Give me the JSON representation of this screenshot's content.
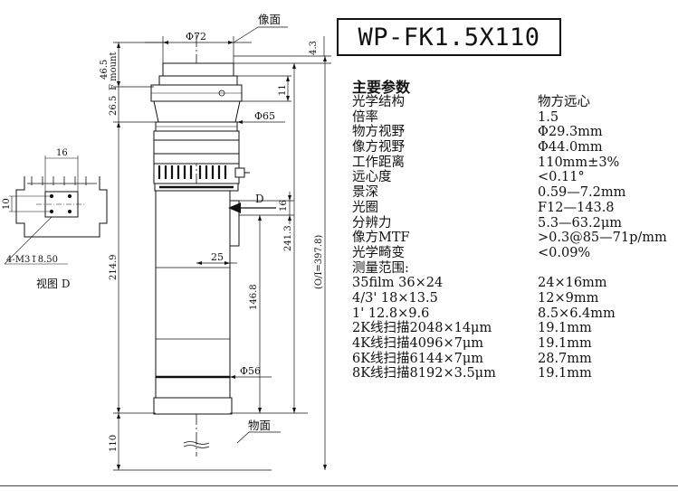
{
  "model": "WP-FK1.5X110",
  "specs_title": "主要参数",
  "specs": [
    {
      "label": "光学结构",
      "value": "物方远心"
    },
    {
      "label": "倍率",
      "value": "1.5"
    },
    {
      "label": "物方视野",
      "value": "Φ29.3mm"
    },
    {
      "label": "像方视野",
      "value": "Φ44.0mm"
    },
    {
      "label": "工作距离",
      "value": "110mm±3%"
    },
    {
      "label": "远心度",
      "value": "<0.11°"
    },
    {
      "label": "景深",
      "value": "0.59—7.2mm"
    },
    {
      "label": "光圈",
      "value": "F12—143.8"
    },
    {
      "label": "分辨力",
      "value": "5.3—63.2μm"
    },
    {
      "label": "像方MTF",
      "value": ">0.3@85—71p/mm"
    },
    {
      "label": "光学畸变",
      "value": "<0.09%"
    }
  ],
  "range_title": "测量范围:",
  "ranges": [
    {
      "label": "35film 36×24",
      "value": "24×16mm"
    },
    {
      "label": "4/3' 18×13.5",
      "value": "12×9mm"
    },
    {
      "label": "1'  12.8×9.6",
      "value": "8.5×6.4mm"
    },
    {
      "label": "2K线扫描2048×14μm",
      "value": "19.1mm"
    },
    {
      "label": "4K线扫描4096×7μm",
      "value": "19.1mm"
    },
    {
      "label": "6K线扫描6144×7μm",
      "value": "28.7mm"
    },
    {
      "label": "8K线扫描8192×3.5μm",
      "value": "19.1mm"
    }
  ],
  "drawing": {
    "image_plane_label": "像面",
    "object_plane_label": "物面",
    "diameter_top": "Φ72",
    "diameter_mount": "Φ65",
    "diameter_body": "Φ56",
    "dim_46_5": "46.5",
    "f_mount": "F mount",
    "dim_26_5": "26.5",
    "dim_214_9": "214.9",
    "dim_110": "110",
    "dim_4_3": "4.3",
    "dim_11": "11",
    "dim_16_side": "16",
    "view_arrow": "D",
    "dim_241_3": "241.3",
    "dim_146_8": "146.8",
    "total_length": "(O/I=397.8)",
    "dim_25": "25",
    "view_d": {
      "title": "视图 D",
      "width_dim": "16",
      "height_dim": "10",
      "thread_note": "4-M3↧8.50"
    }
  }
}
